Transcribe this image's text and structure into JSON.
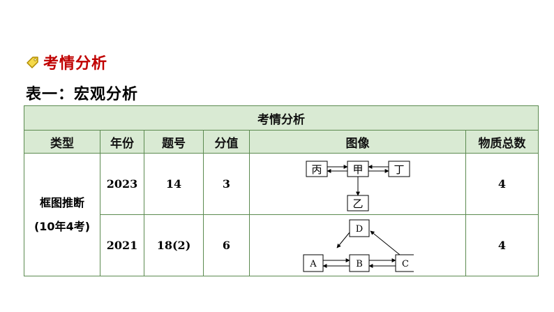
{
  "heading": {
    "text": "考情分析"
  },
  "subheading": {
    "text": "表一：宏观分析"
  },
  "table": {
    "caption": "考情分析",
    "headers": [
      "类型",
      "年份",
      "题号",
      "分值",
      "图像",
      "物质总数"
    ],
    "category": {
      "line1": "框图推断",
      "line2": "(10年4考)"
    },
    "rows": [
      {
        "year": "2023",
        "question": "14",
        "score": "3",
        "total": "4",
        "diagram_nodes": {
          "left": "丙",
          "center": "甲",
          "right": "丁",
          "bottom": "乙"
        }
      },
      {
        "year": "2021",
        "question": "18(2)",
        "score": "6",
        "total": "4",
        "diagram_nodes": {
          "top": "D",
          "left": "A",
          "center": "B",
          "right": "C"
        }
      }
    ]
  },
  "colors": {
    "heading": "#c00000",
    "header_bg": "#d9ead3",
    "border": "#5b8a4f"
  }
}
